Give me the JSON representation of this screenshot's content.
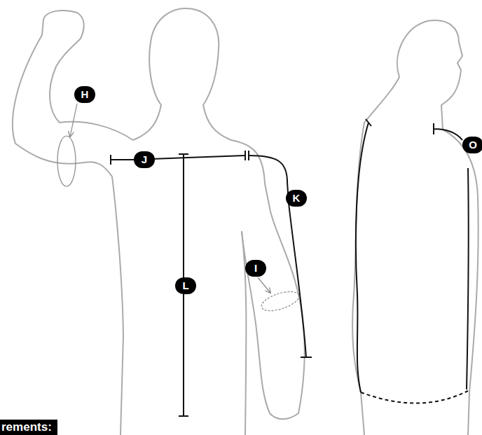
{
  "diagram": {
    "labels": [
      "H",
      "J",
      "K",
      "I",
      "L",
      "O",
      "rements:"
    ]
  }
}
